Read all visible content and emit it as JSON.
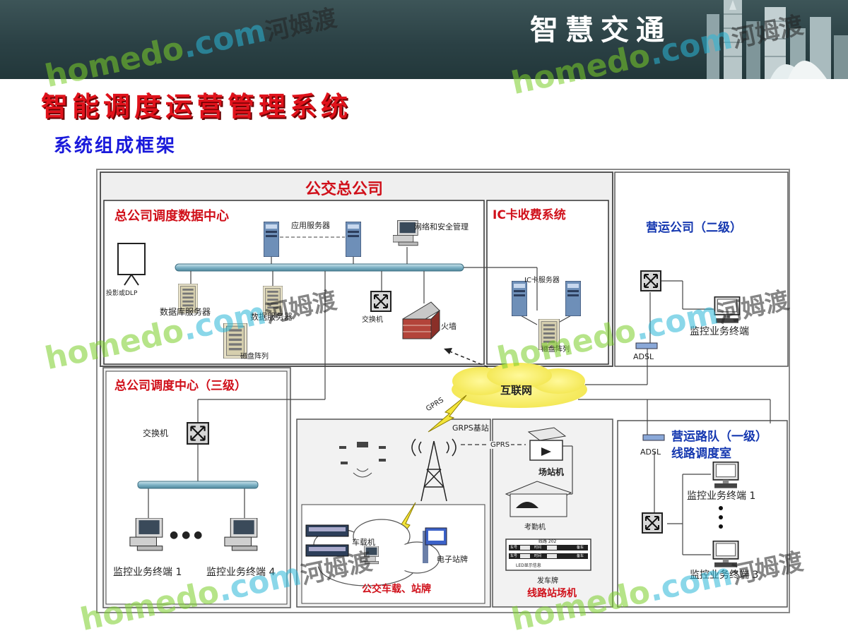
{
  "header": {
    "title": "智慧交通"
  },
  "slide": {
    "title": "智能调度运营管理系统",
    "subtitle": "系统组成框架"
  },
  "diagram": {
    "hq": {
      "title": "公交总公司"
    },
    "data_center": {
      "title": "总公司调度数据中心",
      "app_server": "应用服务器",
      "net_security": "网络和安全管理",
      "projector": "投影或DLP",
      "db_server": "数据库服务器",
      "data_server": "数据服务器",
      "switch": "交换机",
      "firewall": "火墙",
      "storage": "磁盘阵列"
    },
    "ic_card": {
      "title": "IC卡收费系统",
      "server": "IC卡服务器",
      "storage": "磁盘阵列"
    },
    "ops_company": {
      "title": "营运公司（二级）",
      "terminal": "监控业务终端",
      "adsl": "ADSL"
    },
    "internet": {
      "label": "互联网"
    },
    "dispatch_center": {
      "title": "总公司调度中心（三级）",
      "switch": "交换机",
      "terminal_1": "监控业务终端 1",
      "terminal_4": "监控业务终端 4",
      "ellipsis": "● ● ●"
    },
    "wireless": {
      "gprs_1": "GPRS",
      "gprs_base": "GRPS基站",
      "gprs_2": "GPRS"
    },
    "onboard": {
      "title": "公交车载、站牌",
      "vehicle_unit": "车载机",
      "stop_sign": "电子站牌"
    },
    "station": {
      "title": "线路站场机",
      "station_pc": "场站机",
      "attendance": "考勤机",
      "dispatch_board": "发车牌",
      "board_header": "线路 202",
      "board_row_label": "车号",
      "board_time": "时间",
      "board_end": "备车",
      "board_footer": "LED显示信息"
    },
    "route_team": {
      "title_1": "营运路队（一级）",
      "title_2": "线路调度室",
      "adsl": "ADSL",
      "terminal_1": "监控业务终端 1",
      "terminal_3": "监控业务终端 3"
    }
  },
  "watermark": {
    "en": "home",
    "en2": "do",
    "com": ".com",
    "cn": "河姆渡"
  }
}
